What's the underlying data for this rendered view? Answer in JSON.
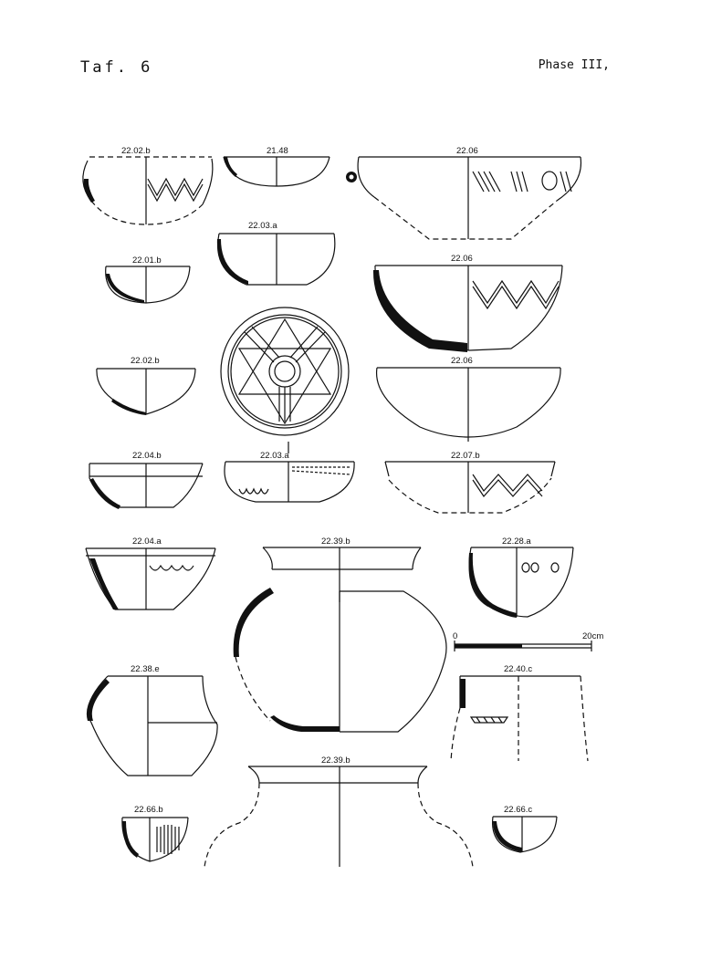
{
  "header": {
    "plate": "Taf. 6",
    "phase": "Phase III,"
  },
  "vessels": [
    "22.02.b",
    "21.48",
    "22.06",
    "22.03.a",
    "22.01.b",
    "22.06",
    "22.02.b",
    "22.06",
    "22.04.b",
    "22.03.a",
    "22.07.b",
    "22.04.a",
    "22.39.b",
    "22.28.a",
    "22.38.e",
    "22.40.c",
    "22.39.b",
    "22.66.b",
    "22.66.c"
  ],
  "scale": {
    "start": "0",
    "end": "20cm"
  }
}
